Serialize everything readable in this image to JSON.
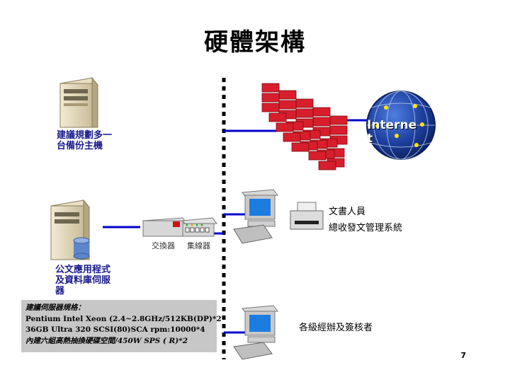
{
  "title": "硬體架構",
  "backup_server": {
    "label_line1": "建議規劃多一",
    "label_line2": "台備份主機"
  },
  "app_server": {
    "label_line1": "公文應用程式",
    "label_line2": "及資料庫伺服",
    "label_line3": "器"
  },
  "switch_label": "交換器",
  "hub_label": "集線器",
  "internet_label_line1": "Interne",
  "internet_label_line2": "t",
  "clerk": {
    "label_line1": "文書人員",
    "label_line2": "總收發文管理系統"
  },
  "approver_label": "各級經辦及簽核者",
  "spec": {
    "heading": "建議伺服器規格：",
    "line1": "Pentium Intel Xeon (2.4~2.8GHz/512KB(DP)*2",
    "line2": "36GB Ultra 320 SCSI(80)SCA rpm:10000*4",
    "line3": "內建六組高熱抽換硬碟空間/450W SPS ( R)*2"
  },
  "page_number": "7",
  "colors": {
    "line_blue": "#0000cc",
    "wall_red": "#d81e2c",
    "globe_blue": "#1d3f9e",
    "spec_bg": "#c7c7c7"
  }
}
